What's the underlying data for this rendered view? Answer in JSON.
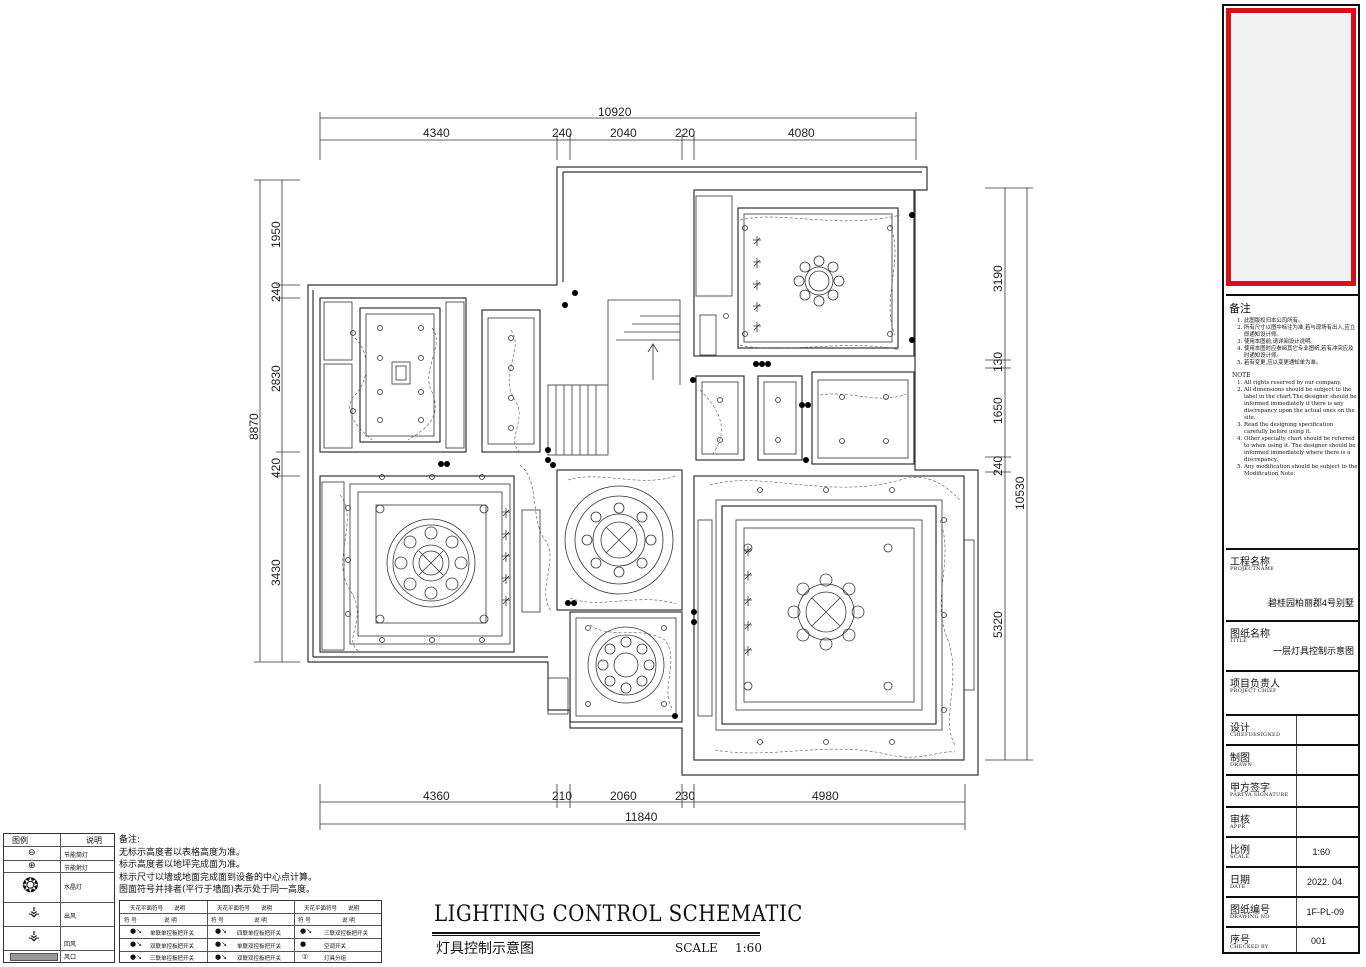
{
  "dimensions": {
    "top_total": "10920",
    "top_segments": [
      "4340",
      "240",
      "2040",
      "220",
      "4080"
    ],
    "bottom_total": "11840",
    "bottom_segments": [
      "4360",
      "210",
      "2060",
      "230",
      "4980"
    ],
    "left_total": "8870",
    "left_segments": [
      "1950",
      "240",
      "2830",
      "420",
      "3430"
    ],
    "right_total": "10530",
    "right_segments": [
      "3190",
      "130",
      "1650",
      "240",
      "5320"
    ]
  },
  "title_block": {
    "notes_heading": "备注",
    "notes_cn": [
      "此图版权归本公司所有。",
      "所有尺寸以图中标注为准,若与现场有出入,应立即通知设计师。",
      "使用本图前,请详阅设计说明。",
      "使用本图时应参阅其它专业图纸,若有冲突应及时通知设计师。",
      "若有变更,应以变更通知单为准。"
    ],
    "notes_en_heading": "NOTE",
    "notes_en": [
      "All rights reserved by our company.",
      "All dimensions should be subject to the label in the chart.The designer should be informed immediately if there is any discrepancy upon the actual ones on the site.",
      "Read the designing specification carefully before using it.",
      "Other specialty chart should be referred to when using it. The designer should be informed immediately where there is a discrepancy.",
      "Any modification should be subject to the Modification Note."
    ],
    "project_label": "工程名称",
    "project_sub": "PROJECTNAME",
    "project_value": "碧桂园柏丽郡4号别墅",
    "title_label": "图纸名称",
    "title_sub": "TITLE",
    "title_value": "一层灯具控制示意图",
    "chief_label": "项目负责人",
    "chief_sub": "PROJECT CHIEF",
    "design_label": "设计",
    "design_sub": "CHIEFDESIGNED",
    "drawn_label": "制图",
    "drawn_sub": "DRAWN",
    "sign_label": "甲方签字",
    "sign_sub": "PARTYA SIGNATURE",
    "appr_label": "审核",
    "appr_sub": "APPR",
    "scale_label": "比例",
    "scale_sub": "SCALE",
    "scale_value": "1:60",
    "date_label": "日期",
    "date_sub": "DATE",
    "date_value": "2022. 04",
    "number_label": "图纸编号",
    "number_sub": "DRAWING NO",
    "number_value": "1F-PL-09",
    "seq_label": "序号",
    "seq_sub": "CHECKED BY",
    "seq_value": "001"
  },
  "legend": {
    "col_icon": "图例",
    "col_desc": "说明",
    "items": [
      "节能筒灯",
      "节能射灯",
      "水晶灯",
      "出风",
      "回风",
      "风口"
    ]
  },
  "notes": {
    "heading": "备注:",
    "lines": [
      "无标示高度者以表格高度为准。",
      "标示高度者以地坪完成面为准。",
      "标示尺寸以墙或地面完成面到设备的中心点计算。",
      "图面符号并排者(平行于墙面)表示处于同一高度。"
    ]
  },
  "switch_table": {
    "group_headers": [
      "天花平面符号",
      "说明",
      "天花平面符号",
      "说明",
      "天花平面符号",
      "说明"
    ],
    "sub_headers": [
      "符 号",
      "说 明"
    ],
    "rows": [
      [
        "单联单控板把开关",
        "四联单控板把开关",
        "三联双控板把开关"
      ],
      [
        "双联单控板把开关",
        "单联双控板把开关",
        "空调开关"
      ],
      [
        "三联单控板把开关",
        "双联双控板把开关",
        "灯具分组"
      ]
    ],
    "circled": "①"
  },
  "drawing_title": {
    "en": "LIGHTING CONTROL SCHEMATIC",
    "cn": "灯具控制示意图",
    "scale_label": "SCALE",
    "scale_value": "1:60"
  },
  "colors": {
    "frame_red": "#d5121a",
    "line": "#333333"
  }
}
